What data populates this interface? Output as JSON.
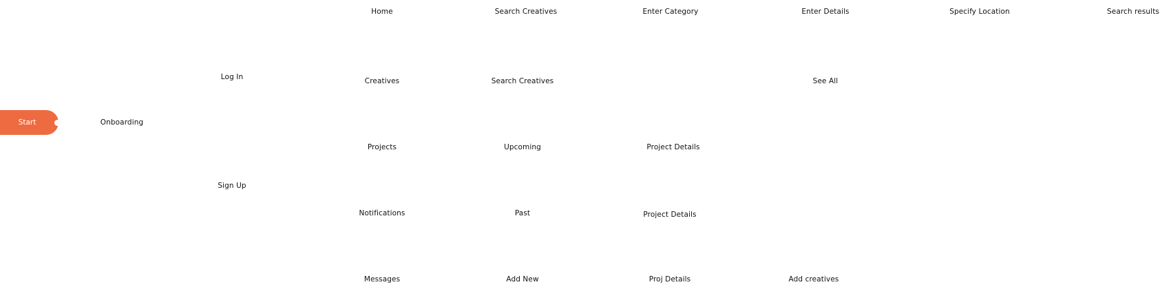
{
  "colors": {
    "accent": "#EE6A41",
    "text": "#111111",
    "background": "#FFFFFF"
  },
  "start": {
    "label": "Start"
  },
  "nodes": {
    "onboarding": "Onboarding",
    "log_in": "Log In",
    "sign_up": "Sign Up",
    "home": "Home",
    "creatives": "Creatives",
    "projects": "Projects",
    "notifications": "Notifications",
    "messages": "Messages",
    "search_creatives_top": "Search Creatives",
    "search_creatives": "Search Creatives",
    "upcoming": "Upcoming",
    "past": "Past",
    "add_new": "Add New",
    "enter_category": "Enter Category",
    "project_details_upcoming": "Project Details",
    "project_details_past": "Project Details",
    "proj_details": "Proj Details",
    "enter_details": "Enter Details",
    "see_all": "See All",
    "add_creatives": "Add creatives",
    "specify_location": "Specify Location",
    "search_results": "Search results"
  }
}
